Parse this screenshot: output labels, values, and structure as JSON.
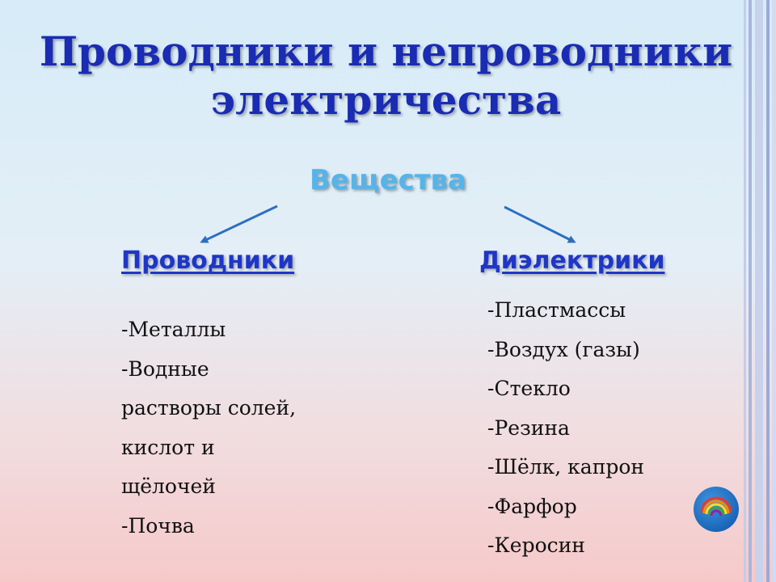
{
  "slide": {
    "title_line1": "Проводники и непроводники",
    "title_line2": "электричества",
    "subtitle": "Вещества",
    "left": {
      "heading": "Проводники",
      "items": [
        "-Металлы",
        "-Водные",
        "растворы солей,",
        "кислот и",
        "щёлочей",
        "-Почва"
      ]
    },
    "right": {
      "heading": "Диэлектрики",
      "items": [
        "-Пластмассы",
        "-Воздух (газы)",
        "-Стекло",
        "-Резина",
        "-Шёлк, капрон",
        "-Фарфор",
        "-Керосин"
      ]
    }
  },
  "icons": {
    "rainbow": "rainbow-icon",
    "arrows": "arrow-icon"
  },
  "colors": {
    "title": "#1a2bb4",
    "subtitle": "#55b4ea",
    "heading": "#1e36c8",
    "arrow": "#2c6fc0",
    "badge": "#1f74c8"
  }
}
